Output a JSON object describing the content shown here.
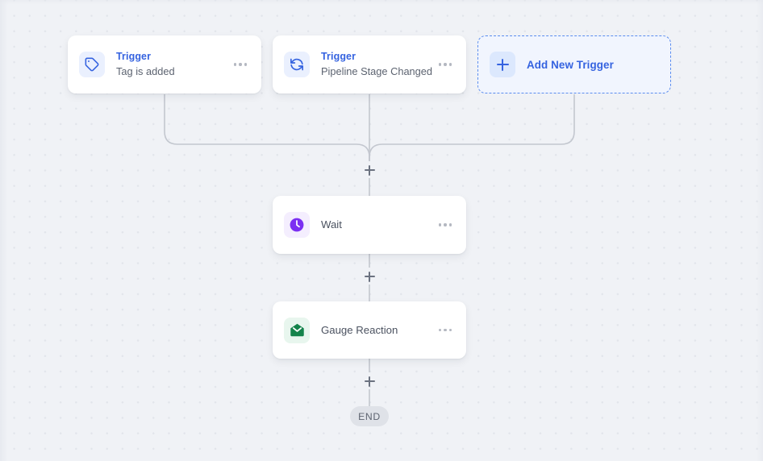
{
  "canvas": {
    "background_color": "#f0f2f6",
    "dot_color": "#e2e5eb",
    "connector_color": "#c3c7cf"
  },
  "triggers": [
    {
      "kicker": "Trigger",
      "subtitle": "Tag is added",
      "icon": "tag-icon",
      "icon_color": "#3563e0",
      "icon_bg": "#eaf0fe",
      "menu": "more-options"
    },
    {
      "kicker": "Trigger",
      "subtitle": "Pipeline Stage Changed",
      "icon": "refresh-icon",
      "icon_color": "#3563e0",
      "icon_bg": "#eaf0fe",
      "menu": "more-options"
    }
  ],
  "add_trigger": {
    "label": "Add New Trigger",
    "icon": "plus-icon",
    "accent_color": "#3563e0",
    "border_color": "#5b8def",
    "background": "#f1f5fe"
  },
  "steps": [
    {
      "title": "Wait",
      "icon": "clock-icon",
      "icon_color": "#7b2ff2",
      "icon_bg": "#f4eefe",
      "menu": "more-options"
    },
    {
      "title": "Gauge Reaction",
      "icon": "open-envelope-icon",
      "icon_color": "#13834a",
      "icon_bg": "#e8f6ee",
      "menu": "more-options"
    }
  ],
  "add_step_buttons": [
    {
      "name": "add-step-after-triggers",
      "icon": "plus-icon"
    },
    {
      "name": "add-step-after-wait",
      "icon": "plus-icon"
    },
    {
      "name": "add-step-after-gauge-reaction",
      "icon": "plus-icon"
    }
  ],
  "end": {
    "label": "END",
    "background": "#dfe2e8",
    "text_color": "#5d6470"
  }
}
